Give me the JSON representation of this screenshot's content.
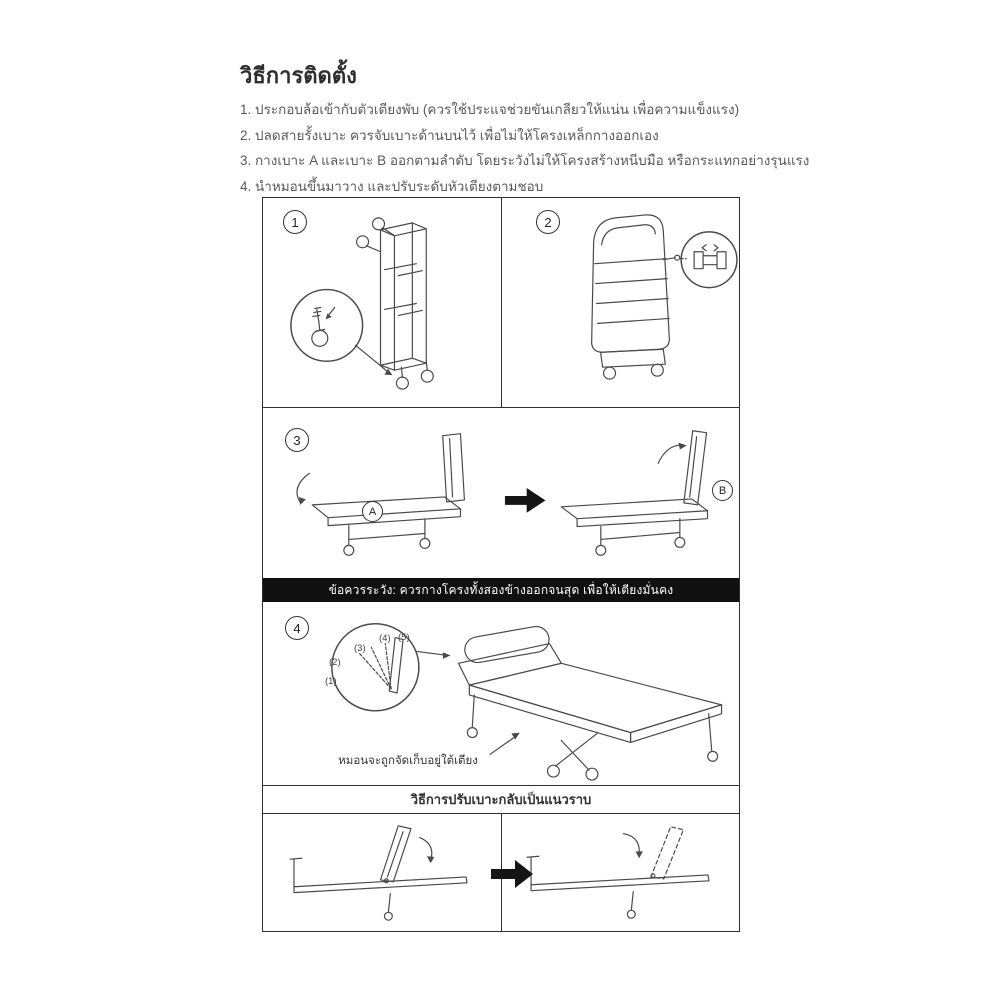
{
  "doc": {
    "title": "วิธีการติดตั้ง",
    "steps": [
      "1. ประกอบล้อเข้ากับตัวเตียงพับ (ควรใช้ประแจช่วยขันเกลียวให้แน่น เพื่อความแข็งแรง)",
      "2. ปลดสายรั้งเบาะ ควรจับเบาะด้านบนไว้ เพื่อไม่ให้โครงเหล็กกางออกเอง",
      "3. กางเบาะ A และเบาะ B ออกตามลำดับ โดยระวังไม่ให้โครงสร้างหนีบมือ หรือกระแทกอย่างรุนแรง",
      "4. นำหมอนขึ้นมาวาง และปรับระดับหัวเตียงตามชอบ"
    ],
    "warning": "ข้อควรระวัง: ควรกางโครงทั้งสองข้างออกจนสุด เพื่อให้เตียงมั่นคง",
    "adjust_title": "วิธีการปรับเบาะกลับเป็นแนวราบ",
    "pillow_caption": "หมอนจะถูกจัดเก็บอยู่ใต้เตียง"
  },
  "labels": {
    "panel1": "1",
    "panel2": "2",
    "panel3": "3",
    "panel4": "4",
    "seat_a": "A",
    "seat_b": "B",
    "notches": [
      "(1)",
      "(2)",
      "(3)",
      "(4)",
      "(5)"
    ]
  },
  "colors": {
    "warning_bar_bg": "#101010",
    "line_art": "#4a4a4a"
  }
}
